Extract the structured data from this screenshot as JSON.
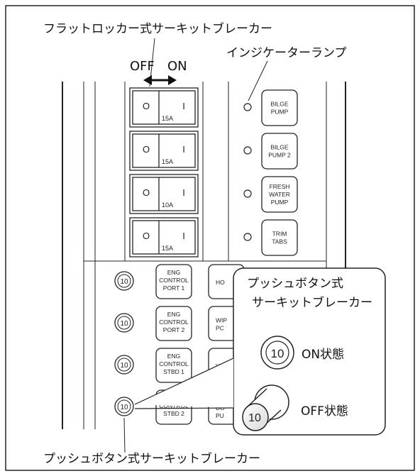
{
  "callouts": {
    "flat_rocker": "フラットロッカー式サーキットブレーカー",
    "indicator": "インジケーターランプ",
    "push_button_bottom": "プッシュボタン式サーキットブレーカー",
    "off": "OFF",
    "on": "ON"
  },
  "breakers": [
    {
      "rating": "15A",
      "off_mark": "O",
      "on_mark": "I"
    },
    {
      "rating": "15A",
      "off_mark": "O",
      "on_mark": "I"
    },
    {
      "rating": "10A",
      "off_mark": "O",
      "on_mark": "I"
    },
    {
      "rating": "15A",
      "off_mark": "O",
      "on_mark": "I"
    }
  ],
  "switch_labels": [
    {
      "lines": [
        "BILGE",
        "PUMP"
      ]
    },
    {
      "lines": [
        "BILGE",
        "PUMP 2"
      ]
    },
    {
      "lines": [
        "FRESH",
        "WATER",
        "PUMP"
      ]
    },
    {
      "lines": [
        "TRIM",
        "TABS"
      ]
    }
  ],
  "push_buttons": [
    {
      "value": "10",
      "label": [
        "ENG",
        "CONTROL",
        "PORT 1"
      ],
      "partial": [
        "HO"
      ]
    },
    {
      "value": "10",
      "label": [
        "ENG",
        "CONTROL",
        "PORT 2"
      ],
      "partial": [
        "WIP",
        "PC"
      ]
    },
    {
      "value": "10",
      "label": [
        "ENG",
        "CONTROL",
        "STBD 1"
      ],
      "partial": [
        "V"
      ]
    },
    {
      "value": "10",
      "label": [
        "ENG",
        "CONTROL",
        "STBD 2"
      ],
      "partial": [
        "WA",
        "DO",
        "PU"
      ]
    }
  ],
  "inset": {
    "title_line1": "プッシュボタン式",
    "title_line2": "サーキットブレーカー",
    "on_state": "ON状態",
    "off_state": "OFF状態",
    "button_value": "10"
  }
}
